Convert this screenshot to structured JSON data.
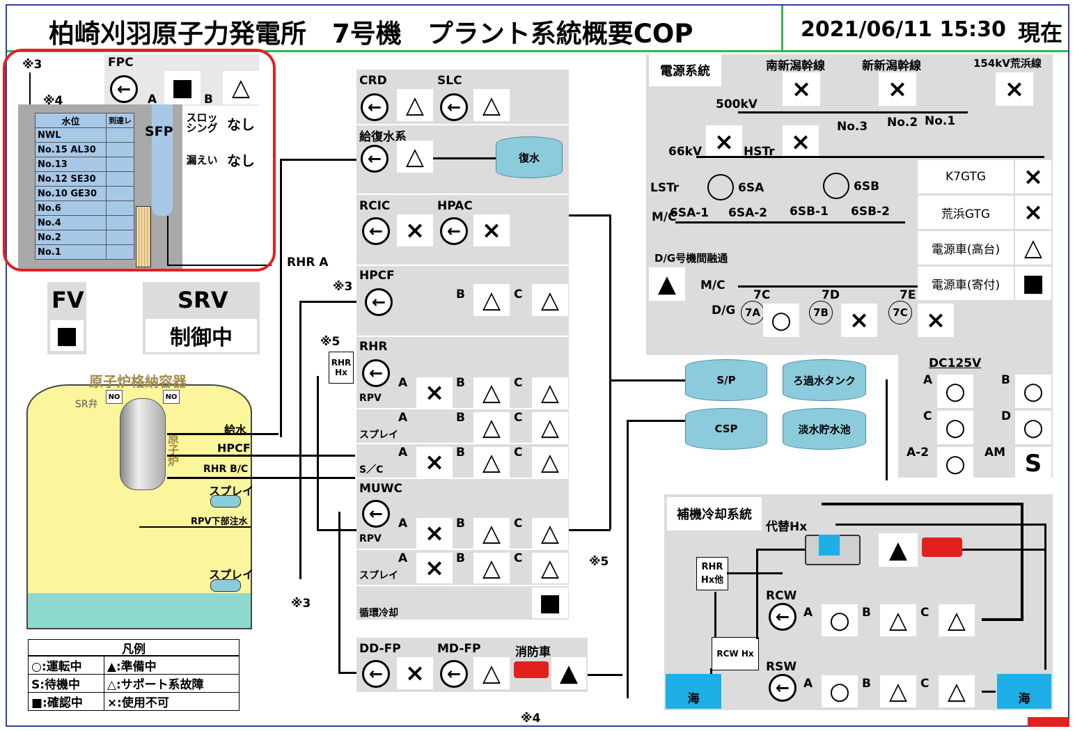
{
  "header": {
    "title": "柏崎刈羽原子力発電所　7号機　プラント系統概要COP",
    "datetime": "2021/06/11 15:30",
    "now": "現在"
  },
  "fpc": {
    "label": "FPC",
    "a": "A",
    "b": "B",
    "pump": "←",
    "state_a": "■",
    "state_b": "△",
    "note3": "※3",
    "note4": "※4",
    "sfp": "SFP",
    "slosh_label": "スロッシング",
    "slosh_val": "なし",
    "leak_label": "漏えい",
    "leak_val": "なし",
    "col_level": "水位",
    "col_reach": "到達レ",
    "levels": [
      "NWL",
      "No.15  AL30",
      "No.13",
      "No.12  SE30",
      "No.10  GE30",
      "No.6",
      "No.4",
      "No.2",
      "No.1"
    ]
  },
  "fv": {
    "label": "FV",
    "state": "■"
  },
  "srv": {
    "label": "SRV",
    "state": "制御中"
  },
  "containment": {
    "title": "原子炉格納容器",
    "sr_valve": "SR弁",
    "no1": "NO",
    "no2": "NO",
    "reactor": "原子炉",
    "feed": "給水",
    "hpcf": "HPCF",
    "rhr_bc": "RHR B/C",
    "spray1": "スプレイ",
    "rpv_inject": "RPV下部注水",
    "spray2": "スプレイ"
  },
  "legend": {
    "title": "凡例",
    "items": [
      [
        "○:運転中",
        "▲:準備中"
      ],
      [
        "S:待機中",
        "△:サポート系故障"
      ],
      [
        "■:確認中",
        "×:使用不可"
      ]
    ]
  },
  "pipes": {
    "rhr_a": "RHR A",
    "note3a": "※3",
    "note5a": "※5",
    "rhr_hx": "RHR Hx",
    "note3b": "※3",
    "note5b": "※5",
    "note4b": "※4"
  },
  "center": {
    "crd": {
      "label": "CRD",
      "state": "△"
    },
    "slc": {
      "label": "SLC",
      "state": "△"
    },
    "feedwater": {
      "label": "給復水系",
      "state": "△",
      "tank": "復水"
    },
    "rcic": {
      "label": "RCIC",
      "state": "×"
    },
    "hpac": {
      "label": "HPAC",
      "state": "×"
    },
    "hpcf": {
      "label": "HPCF",
      "b": "B",
      "c": "C",
      "state_b": "△",
      "state_c": "△"
    },
    "rhr": {
      "label": "RHR",
      "a": "A",
      "b": "B",
      "c": "C",
      "rows": [
        {
          "sub": "RPV",
          "sa": "×",
          "sb": "△",
          "sc": "△"
        },
        {
          "sub": "スプレイ",
          "sa": "",
          "sb": "△",
          "sc": "△"
        },
        {
          "sub": "S／C",
          "sa": "×",
          "sb": "△",
          "sc": "△"
        }
      ]
    },
    "muwc": {
      "label": "MUWC",
      "a": "A",
      "b": "B",
      "c": "C",
      "rows": [
        {
          "sub": "RPV",
          "sa": "×",
          "sb": "△",
          "sc": "△"
        },
        {
          "sub": "スプレイ",
          "sa": "×",
          "sb": "△",
          "sc": "△"
        }
      ],
      "circ": "循環冷却",
      "circ_state": "■"
    },
    "ddfp": {
      "label": "DD-FP",
      "state": "×"
    },
    "mdfp": {
      "label": "MD-FP",
      "state": "△"
    },
    "firetruck": {
      "label": "消防車",
      "state": "▲"
    }
  },
  "tanks": {
    "sp": "S/P",
    "filtered": "ろ過水タンク",
    "csp": "CSP",
    "fresh": "淡水貯水池"
  },
  "power": {
    "title": "電源系統",
    "line1": "南新潟幹線",
    "line2": "新新潟幹線",
    "line3": "154kV荒浜線",
    "l1": "×",
    "l2": "×",
    "l3": "×",
    "kv500": "500kV",
    "kv66": "66kV",
    "hstr": "HSTr",
    "hs1": "×",
    "hs2": "×",
    "no3": "No.3",
    "no2": "No.2",
    "no1": "No.1",
    "lstr": "LSTr",
    "sa6": "6SA",
    "sb6": "6SB",
    "mc": "M/C",
    "sa1": "6SA-1",
    "sa2": "6SA-2",
    "sb1": "6SB-1",
    "sb2": "6SB-2",
    "dg_cross": "D/G号機間融通",
    "dg_state": "▲",
    "mc2": "M/C",
    "c7c": "7C",
    "c7d": "7D",
    "c7e": "7E",
    "dg": "D/G",
    "dg7a": "7A",
    "dg7a_s": "○",
    "dg7b": "7B",
    "dg7b_s": "×",
    "dg7c": "7C",
    "dg7c_s": "×",
    "sources": [
      {
        "name": "K7GTG",
        "s": "×"
      },
      {
        "name": "荒浜GTG",
        "s": "×"
      },
      {
        "name": "電源車(高台)",
        "s": "△"
      },
      {
        "name": "電源車(寄付)",
        "s": "■"
      }
    ]
  },
  "dc": {
    "title": "DC125V",
    "items": [
      {
        "k": "A",
        "v": "○"
      },
      {
        "k": "B",
        "v": "○"
      },
      {
        "k": "C",
        "v": "○"
      },
      {
        "k": "D",
        "v": "○"
      },
      {
        "k": "A-2",
        "v": "○"
      },
      {
        "k": "AM",
        "v": "S"
      }
    ]
  },
  "aux": {
    "title": "補機冷却系統",
    "alt_hx": "代替Hx",
    "state": "▲",
    "rhr_hx": "RHR Hx他",
    "rcw_hx": "RCW Hx",
    "rcw": {
      "label": "RCW",
      "a": "A",
      "b": "B",
      "c": "C",
      "sa": "○",
      "sb": "△",
      "sc": "△"
    },
    "rsw": {
      "label": "RSW",
      "a": "A",
      "b": "B",
      "c": "C",
      "sa": "○",
      "sb": "△",
      "sc": "△"
    },
    "sea1": "海",
    "sea2": "海"
  },
  "colors": {
    "frame_blue": "#2b3f9e",
    "green": "#2fb84a",
    "red": "#e32020",
    "panel": "#dcdcdc",
    "tank": "#8ccbdc",
    "pool": "#8ed9cf",
    "cont": "#fbf59c"
  }
}
